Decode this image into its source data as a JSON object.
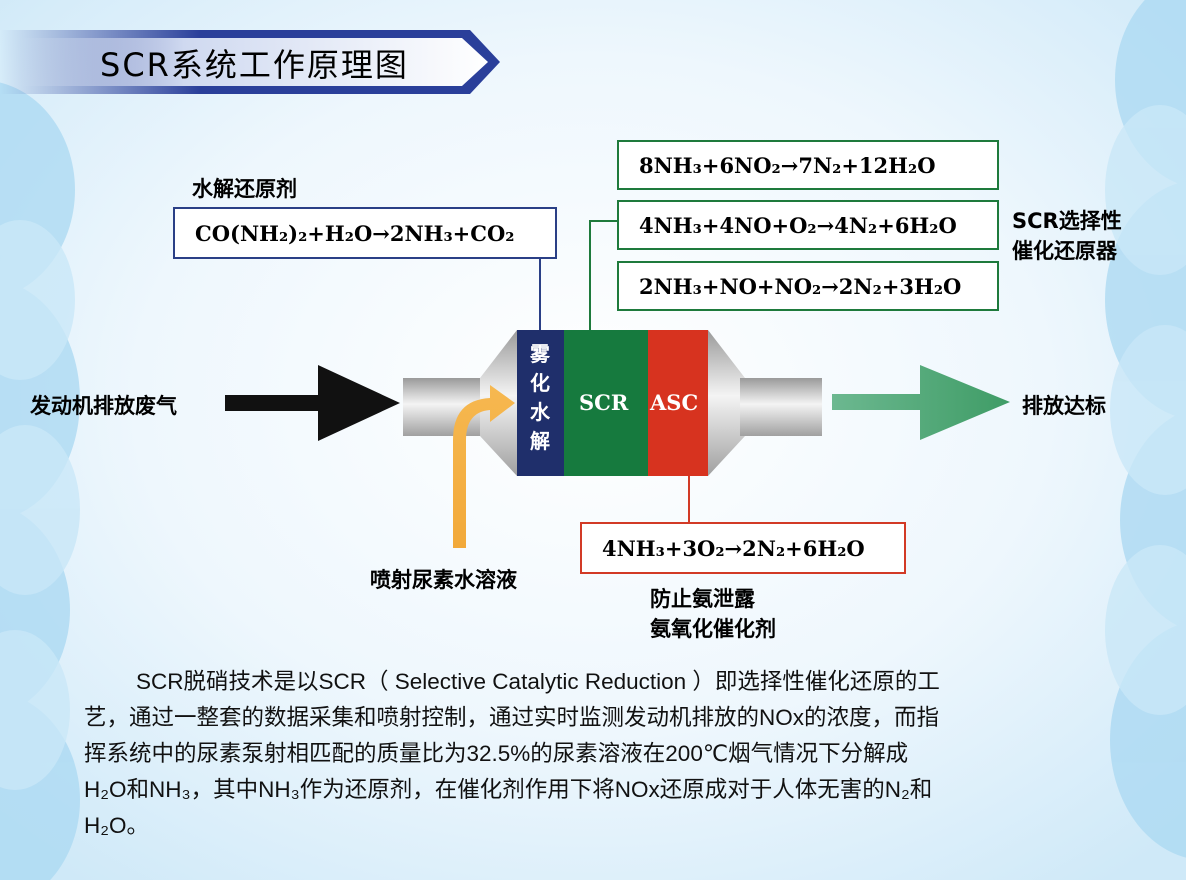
{
  "title": "SCR系统工作原理图",
  "labels": {
    "hydrolysis_agent": "水解还原剂",
    "scr_reducer_line1": "SCR选择性",
    "scr_reducer_line2": "催化还原器",
    "engine_exhaust": "发动机排放废气",
    "emission_ok": "排放达标",
    "urea_injection": "喷射尿素水溶液",
    "anti_slip_line1": "防止氨泄露",
    "anti_slip_line2": "氨氧化催化剂"
  },
  "segments": {
    "atomize": "雾化水解",
    "scr": "SCR",
    "asc": "ASC"
  },
  "equations": {
    "hydrolysis": "CO(NH₂)₂+H₂O→2NH₃+CO₂",
    "scr_1": "8NH₃+6NO₂→7N₂+12H₂O",
    "scr_2": "4NH₃+4NO+O₂→4N₂+6H₂O",
    "scr_3": "2NH₃+NO+NO₂→2N₂+3H₂O",
    "asc": "4NH₃+3O₂→2N₂+6H₂O"
  },
  "paragraph": {
    "line1": "SCR脱硝技术是以SCR（ Selective Catalytic Reduction ）即选择性催化还原的工",
    "line2": "艺，通过一整套的数据采集和喷射控制，通过实时监测发动机排放的NOx的浓度，而指",
    "line3": "挥系统中的尿素泵射相匹配的质量比为32.5%的尿素溶液在200℃烟气情况下分解成",
    "line4": "H₂O和NH₃，其中NH₃作为还原剂，在催化剂作用下将NOx还原成对于人体无害的N₂和",
    "line5": "H₂O。"
  },
  "colors": {
    "background": "#eaf5fc",
    "cloud": "#a9d8f2",
    "banner": "#2a3f9a",
    "atomize_segment": "#1f2f6b",
    "scr_segment": "#167a3e",
    "asc_segment": "#d7331f",
    "intake_arrow": "#111111",
    "urea_arrow": "#f2a93a",
    "outlet_arrow": "#4a9d6a"
  },
  "icons": {
    "intake_arrow": "black-arrow-right",
    "urea_arrow": "orange-curved-arrow",
    "outlet_arrow": "green-arrow-right"
  }
}
